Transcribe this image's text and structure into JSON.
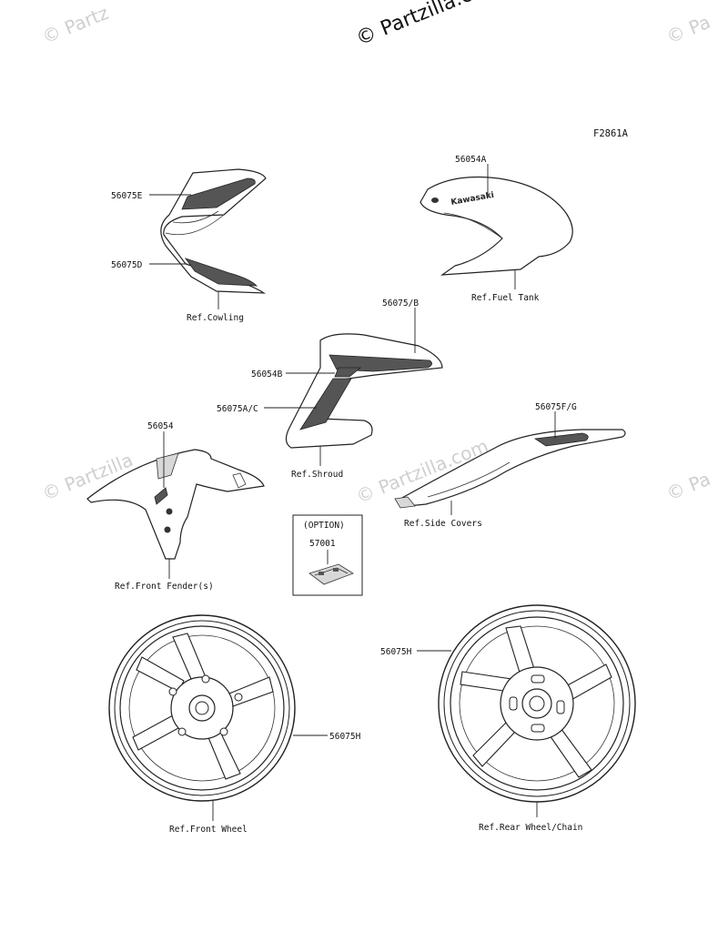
{
  "watermarks": {
    "top": "© Partzilla.co",
    "left_top": "© Partz",
    "right_top": "© Pa",
    "left_mid": "© Partzilla",
    "center_mid": "© Partzilla.com",
    "right_mid": "© Pa"
  },
  "figure_code": "F2861A",
  "callouts": {
    "c56075E": "56075E",
    "c56075D": "56075D",
    "ref_cowling": "Ref.Cowling",
    "c56054A": "56054A",
    "ref_fuel_tank": "Ref.Fuel Tank",
    "c56075B": "56075/B",
    "c56054B": "56054B",
    "c56075AC": "56075A/C",
    "ref_shroud": "Ref.Shroud",
    "c56054": "56054",
    "ref_front_fender": "Ref.Front Fender(s)",
    "c56075FG": "56075F/G",
    "ref_side_covers": "Ref.Side Covers",
    "option": "(OPTION)",
    "c57001": "57001",
    "c56075H_rear": "56075H",
    "c56075H_front": "56075H",
    "ref_front_wheel": "Ref.Front Wheel",
    "ref_rear_wheel": "Ref.Rear Wheel/Chain"
  },
  "decal_text": "Kawasaki"
}
